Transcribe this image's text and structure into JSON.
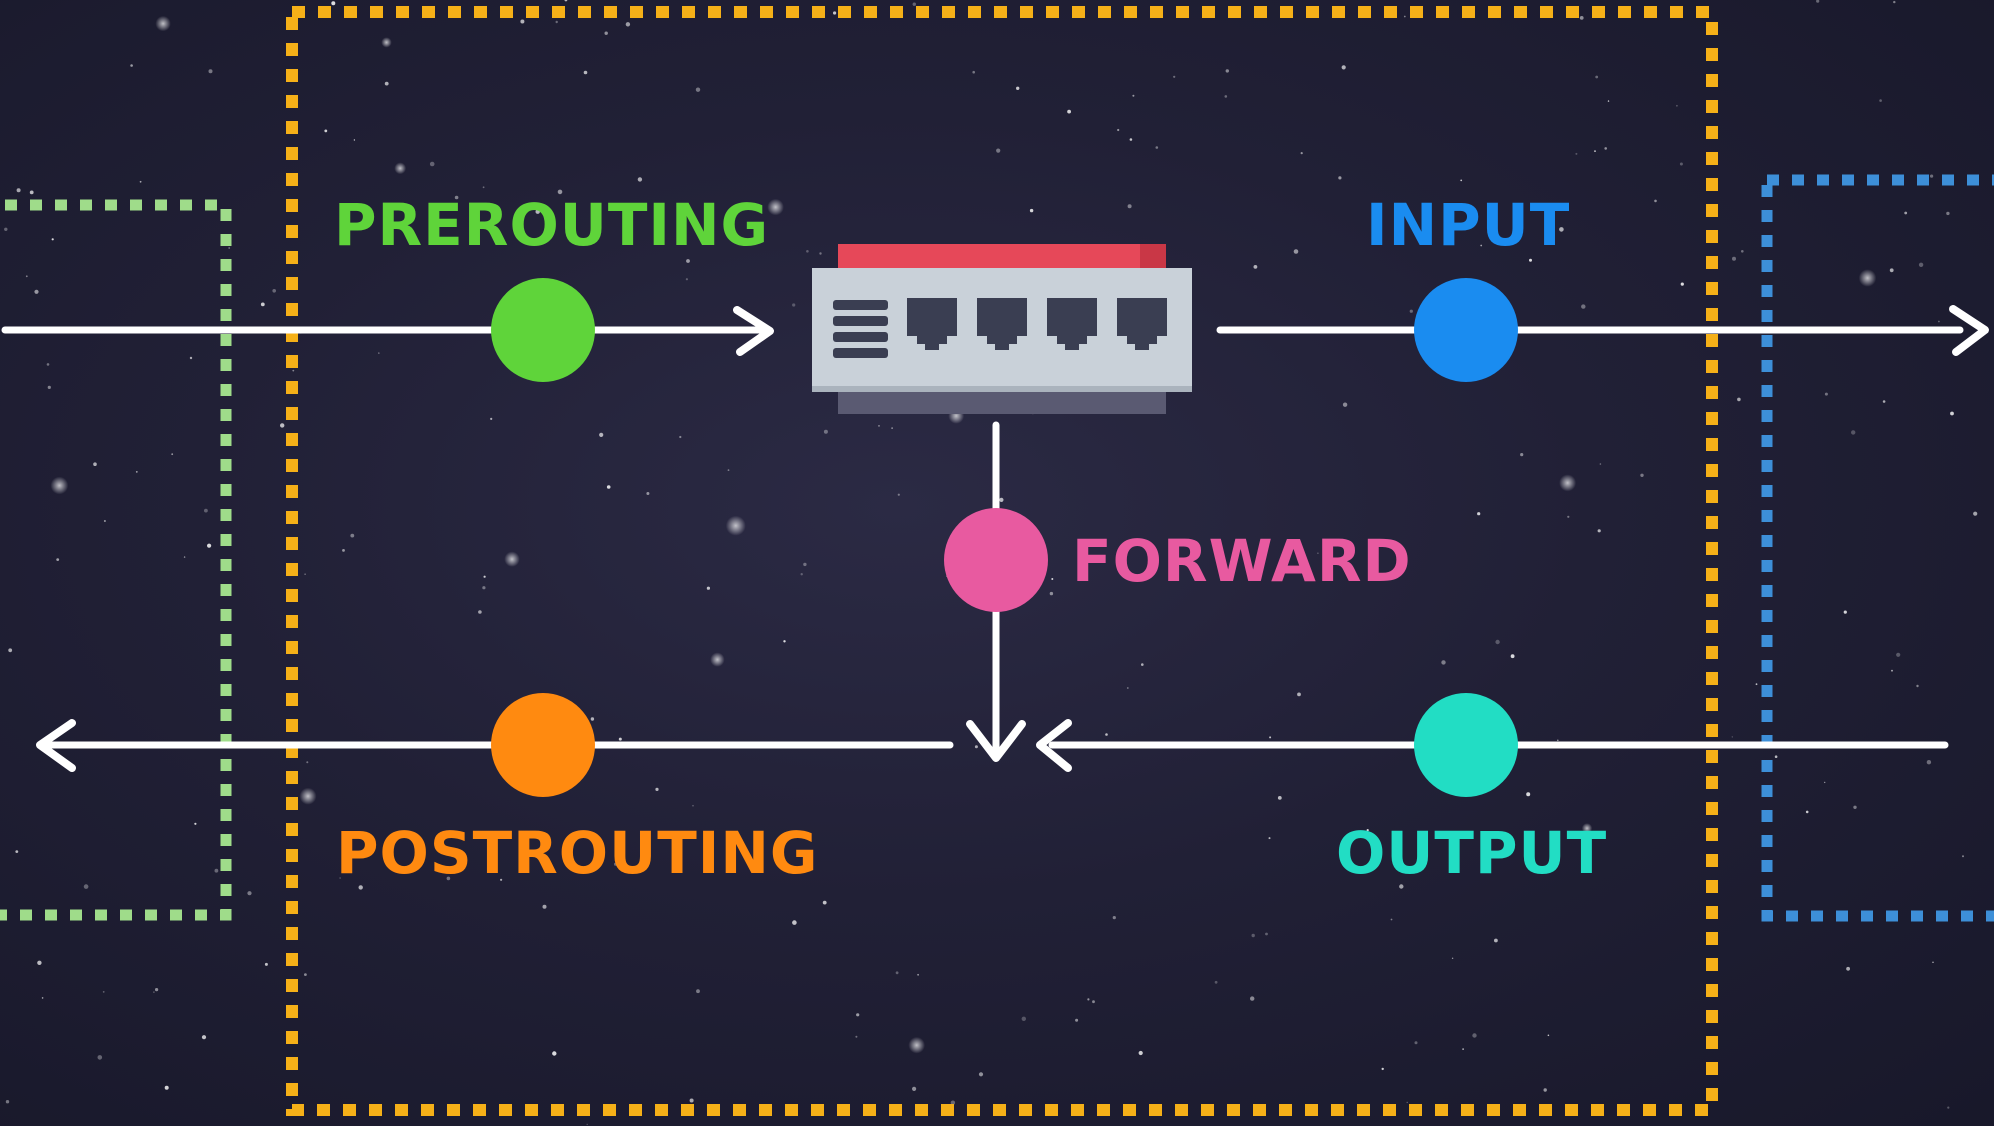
{
  "hooks": {
    "prerouting": {
      "label": "PREROUTING",
      "color": "#5fd43a"
    },
    "input": {
      "label": "INPUT",
      "color": "#1a8cf0"
    },
    "forward": {
      "label": "FORWARD",
      "color": "#e85aa0"
    },
    "postrouting": {
      "label": "POSTROUTING",
      "color": "#ff8a10"
    },
    "output": {
      "label": "OUTPUT",
      "color": "#22ddc4"
    }
  },
  "regions": {
    "network_side_color": "#9fdc8a",
    "firewall_color": "#f5b018",
    "local_process_color": "#3d8fd8"
  },
  "device": {
    "icon": "network-switch-icon",
    "ports": 4
  },
  "arrow_color": "#ffffff"
}
